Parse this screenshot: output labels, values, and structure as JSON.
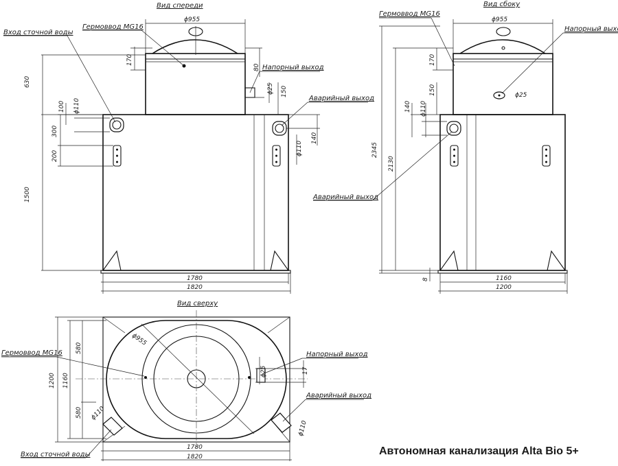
{
  "views": {
    "front": "Вид спереди",
    "side": "Вид сбоку",
    "top": "Вид сверху"
  },
  "labels": {
    "inlet": "Вход сточной воды",
    "cable_gland": "Гермоввод MG16",
    "pressure_outlet": "Напорный выход",
    "emergency_outlet": "Аварийный выход"
  },
  "dims": {
    "d955": "ϕ955",
    "d110": "ϕ110",
    "d25": "ϕ25",
    "h630": "630",
    "h1500": "1500",
    "h170": "170",
    "h80": "80",
    "h150": "150",
    "h100": "100",
    "h300": "300",
    "h200": "200",
    "h140": "140",
    "h2345": "2345",
    "h2130": "2130",
    "h8": "8",
    "w1780": "1780",
    "w1820": "1820",
    "w1160": "1160",
    "w1200": "1200",
    "w580": "580",
    "w17": "17"
  },
  "title": "Автономная канализация Alta Bio 5+"
}
